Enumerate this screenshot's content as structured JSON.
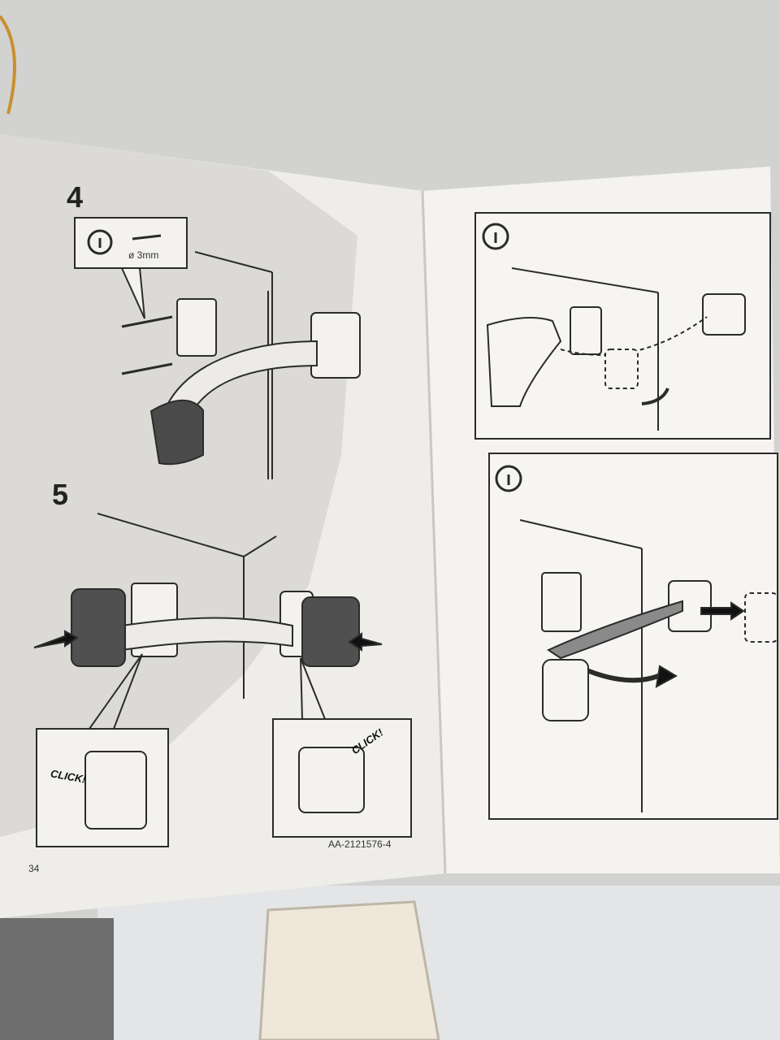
{
  "left_page": {
    "step_4": "4",
    "step_5": "5",
    "screw_size": "ø 3mm",
    "click_left": "CLICK!",
    "click_right": "CLICK!",
    "article_code": "AA-2121576-4",
    "page_number": "34"
  },
  "right_page": {
    "info_top": "i",
    "info_bottom": "i"
  },
  "colors": {
    "paper": "#f1f0ec",
    "line": "#2b2b2b",
    "dark_part": "#4a4a4a",
    "background": "#cfcfcd"
  }
}
